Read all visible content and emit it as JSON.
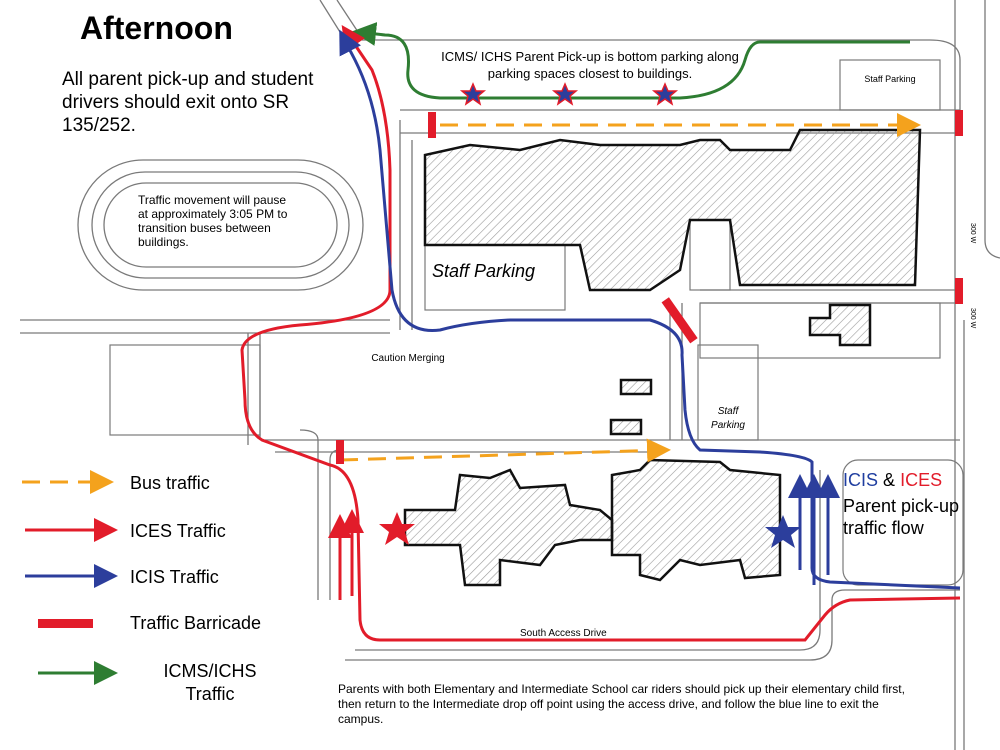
{
  "title": "Afternoon",
  "intro": "All parent pick-up and student drivers should exit onto SR 135/252.",
  "pause_note": "Traffic movement will pause at approximately 3:05 PM to transition buses between buildings.",
  "pickup_note": "ICMS/ ICHS Parent Pick-up is bottom parking along parking spaces closest to buildings.",
  "areas": {
    "staff_parking_main": "Staff Parking",
    "staff_parking_ne": "Staff Parking",
    "staff_parking_mid": "Staff Parking",
    "caution": "Caution Merging",
    "south_drive": "South Access Drive",
    "road_300w_a": "300 W",
    "road_300w_b": "300 W"
  },
  "flow": {
    "icis": "ICIS",
    "amp": "&",
    "ices": "ICES",
    "subtitle": "Parent pick-up traffic flow"
  },
  "legend": [
    {
      "label": "Bus traffic",
      "icon": "dashed-orange-arrow",
      "color": "#f4a21d"
    },
    {
      "label": "ICES Traffic",
      "icon": "red-arrow",
      "color": "#e21c2a"
    },
    {
      "label": "ICIS Traffic",
      "icon": "blue-arrow",
      "color": "#2c3e9c"
    },
    {
      "label": "Traffic Barricade",
      "icon": "red-bar",
      "color": "#e21c2a"
    },
    {
      "label": "ICMS/ICHS Traffic",
      "icon": "green-arrow",
      "color": "#2e7d32"
    }
  ],
  "footer": "Parents with both Elementary and Intermediate School car riders should pick up their elementary child first, then return to the Intermediate drop off point using the access drive, and follow the blue line to exit the campus."
}
